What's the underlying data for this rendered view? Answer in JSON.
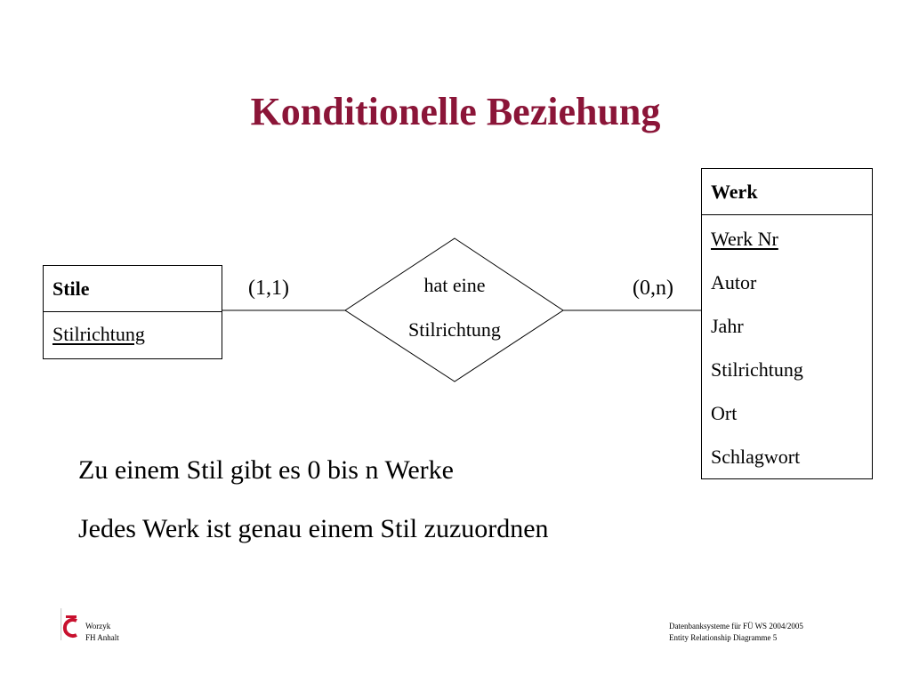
{
  "title": "Konditionelle Beziehung",
  "colors": {
    "title": "#8B1538",
    "logo": "#C8102E",
    "line": "#000000"
  },
  "entities": {
    "stile": {
      "name": "Stile",
      "primary_key": "Stilrichtung",
      "attributes": []
    },
    "werk": {
      "name": "Werk",
      "primary_key": "Werk Nr",
      "attributes": [
        "Autor",
        "Jahr",
        "Stilrichtung",
        "Ort",
        "Schlagwort"
      ]
    }
  },
  "relationship": {
    "line1": "hat eine",
    "line2": "Stilrichtung"
  },
  "cardinality": {
    "left": "(1,1)",
    "right": "(0,n)"
  },
  "statements": [
    "Zu einem Stil gibt es 0 bis n Werke",
    "Jedes Werk ist genau einem Stil zuzuordnen"
  ],
  "footer": {
    "left_line1": "Worzyk",
    "left_line2": "FH Anhalt",
    "right_line1": "Datenbanksysteme für FÜ WS 2004/2005",
    "right_line2": "Entity Relationship Diagramme 5"
  }
}
